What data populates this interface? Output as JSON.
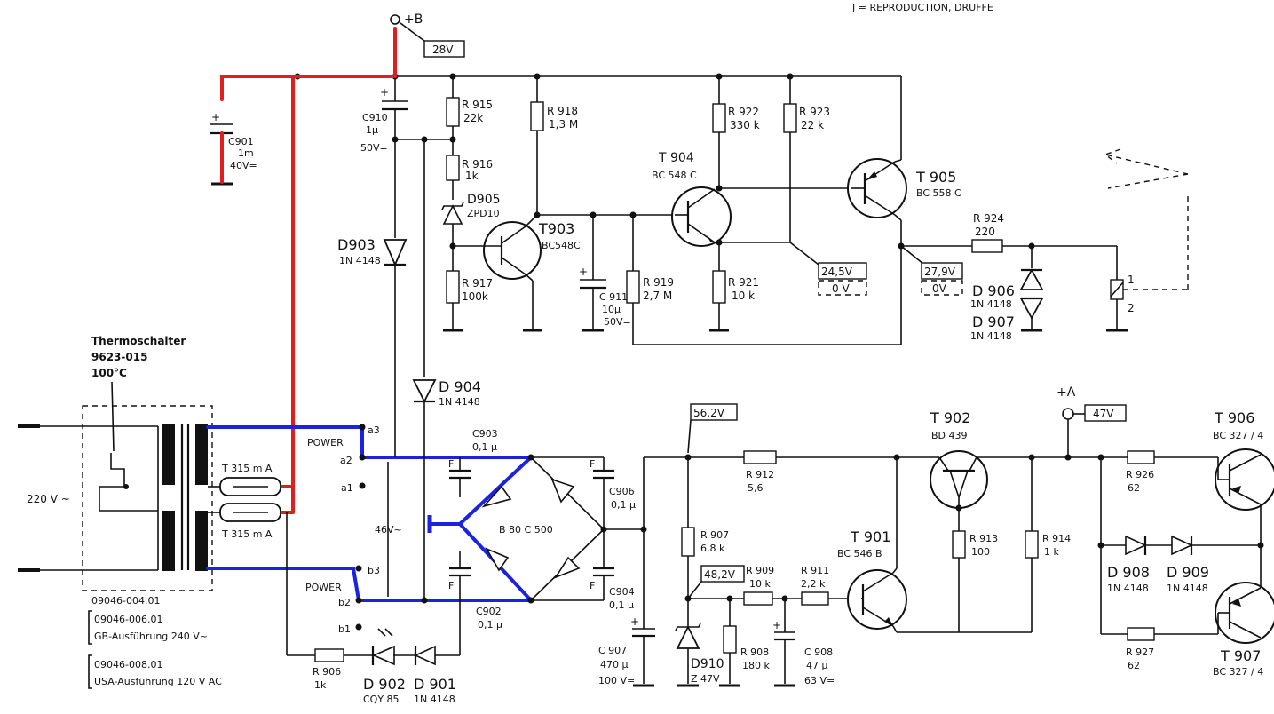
{
  "header_text": "J = REPRODUCTION, DRUFFE",
  "supply": {
    "plus_b": "+B",
    "plus_b_voltage": "28V",
    "plus_a": "+A",
    "plus_a_voltage": "47V"
  },
  "voltages": {
    "v56": "56,2V",
    "v48": "48,2V",
    "v245": "24,5V",
    "v0a": "0 V",
    "v279": "27,9V",
    "v0b": "0V",
    "v46": "46V~"
  },
  "mains": {
    "thermo_1": "Thermoschalter",
    "thermo_2": "9623-015",
    "thermo_3": "100°C",
    "voltage": "220 V ~",
    "fuse1": "T 315 m A",
    "fuse2": "T 315 m A",
    "part1": "09046-004.01",
    "part2": "09046-006.01",
    "part2_desc": "GB-Ausführung 240 V~",
    "part3": "09046-008.01",
    "part3_desc": "USA-Ausführung 120 V AC"
  },
  "switch": {
    "power_top": "POWER",
    "a3": "a3",
    "a2": "a2",
    "a1": "a1",
    "power_bot": "POWER",
    "b3": "b3",
    "b2": "b2",
    "b1": "b1"
  },
  "components": {
    "c901": [
      "C901",
      "1m",
      "40V="
    ],
    "c910": [
      "C910",
      "1µ",
      "50V="
    ],
    "r915": [
      "R 915",
      "22k"
    ],
    "r916": [
      "R 916",
      "1k"
    ],
    "d905": [
      "D905",
      "ZPD10"
    ],
    "r917": [
      "R 917",
      "100k"
    ],
    "r918": [
      "R 918",
      "1,3 M"
    ],
    "t903": [
      "T903",
      "BC548C"
    ],
    "c911": [
      "C 911",
      "10µ",
      "50V="
    ],
    "r919": [
      "R 919",
      "2,7 M"
    ],
    "t904": [
      "T 904",
      "BC 548 C"
    ],
    "r922": [
      "R 922",
      "330 k"
    ],
    "r921": [
      "R 921",
      "10 k"
    ],
    "r923": [
      "R 923",
      "22 k"
    ],
    "t905": [
      "T 905",
      "BC 558 C"
    ],
    "r924": [
      "R 924",
      "220"
    ],
    "d906": [
      "D 906",
      "1N 4148"
    ],
    "d907": [
      "D 907",
      "1N 4148"
    ],
    "relay_pins": [
      "1",
      "2"
    ],
    "d903": [
      "D903",
      "1N 4148"
    ],
    "d904": [
      "D 904",
      "1N 4148"
    ],
    "c903": [
      "C903",
      "0,1 µ"
    ],
    "c902": [
      "C902",
      "0,1 µ"
    ],
    "bridge": [
      "B 80 C 500"
    ],
    "c906": [
      "C906",
      "0,1 µ"
    ],
    "c904": [
      "C904",
      "0,1 µ"
    ],
    "r906": [
      "R 906",
      "1k"
    ],
    "d902": [
      "D 902",
      "CQY 85"
    ],
    "d901": [
      "D 901",
      "1N 4148"
    ],
    "c907": [
      "C 907",
      "470 µ",
      "100 V="
    ],
    "r907": [
      "R 907",
      "6,8 k"
    ],
    "d910": [
      "D910",
      "Z 47V"
    ],
    "r908": [
      "R 908",
      "180 k"
    ],
    "r909": [
      "R 909",
      "10 k"
    ],
    "r911": [
      "R 911",
      "2,2 k"
    ],
    "c908": [
      "C 908",
      "47 µ",
      "63 V="
    ],
    "r912": [
      "R 912",
      "5,6"
    ],
    "t901": [
      "T 901",
      "BC 546 B"
    ],
    "t902": [
      "T 902",
      "BD 439"
    ],
    "r913": [
      "R 913",
      "100"
    ],
    "r914": [
      "R 914",
      "1 k"
    ],
    "r926": [
      "R 926",
      "62"
    ],
    "r927": [
      "R 927",
      "62"
    ],
    "d908": [
      "D 908",
      "1N 4148"
    ],
    "d909": [
      "D 909",
      "1N 4148"
    ],
    "t906": [
      "T 906",
      "BC 327 / 4"
    ],
    "t907": [
      "T 907",
      "BC 327 / 4"
    ]
  }
}
